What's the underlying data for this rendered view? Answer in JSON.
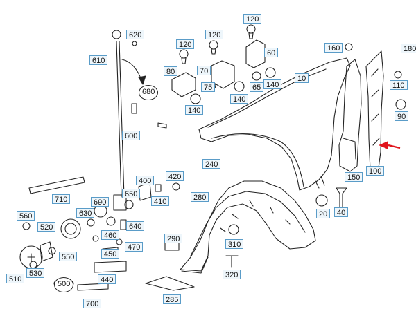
{
  "diagram": {
    "labels": {
      "c10": "10",
      "c20": "20",
      "c40": "40",
      "c60": "60",
      "c65": "65",
      "c70": "70",
      "c75": "75",
      "c80": "80",
      "c90": "90",
      "c100": "100",
      "c110": "110",
      "c120a": "120",
      "c120b": "120",
      "c120c": "120",
      "c140a": "140",
      "c140b": "140",
      "c140c": "140",
      "c150": "150",
      "c160": "160",
      "c180": "180",
      "c240": "240",
      "c280": "280",
      "c285": "285",
      "c290": "290",
      "c310": "310",
      "c320": "320",
      "c400": "400",
      "c410": "410",
      "c420": "420",
      "c440": "440",
      "c450": "450",
      "c460": "460",
      "c470": "470",
      "c500": "500",
      "c510": "510",
      "c520": "520",
      "c530": "530",
      "c550": "550",
      "c560": "560",
      "c600": "600",
      "c610": "610",
      "c620": "620",
      "c630": "630",
      "c640": "640",
      "c650": "650",
      "c680": "680",
      "c690": "690",
      "c700": "700",
      "c710": "710"
    },
    "colors": {
      "line": "#222222",
      "callout_border": "#5a9cc8",
      "callout_fill": "#eef6fb",
      "pointer_arrow": "#e0141c"
    }
  }
}
